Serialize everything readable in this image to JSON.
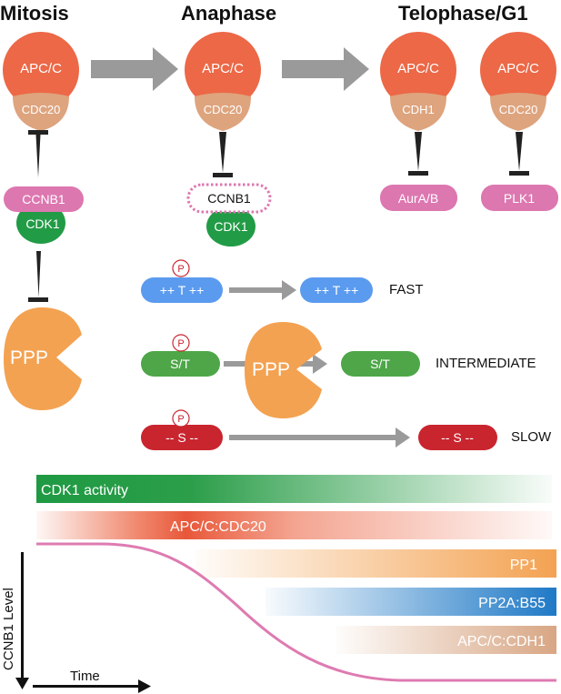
{
  "headers": {
    "mitosis": "Mitosis",
    "anaphase": "Anaphase",
    "telophase": "Telophase/G1"
  },
  "labels": {
    "apcc": "APC/C",
    "cdc20": "CDC20",
    "cdh1": "CDH1",
    "ccnb1": "CCNB1",
    "cdk1": "CDK1",
    "aurab": "AurA/B",
    "plk1": "PLK1",
    "ppp": "PPP",
    "phospho": "P"
  },
  "kinetics": {
    "fast": {
      "substrate": "++ T ++",
      "label": "FAST"
    },
    "intermediate": {
      "substrate": "S/T",
      "label": "INTERMEDIATE"
    },
    "slow": {
      "substrate": "-- S --",
      "label": "SLOW"
    }
  },
  "timeline": {
    "cdk1_activity": "CDK1 activity",
    "apcc_cdc20": "APC/C:CDC20",
    "pp1": "PP1",
    "pp2a_b55": "PP2A:B55",
    "apcc_cdh1": "APC/C:CDH1",
    "y_axis": "CCNB1 Level",
    "x_axis": "Time"
  },
  "colors": {
    "apcc": "#ec6847",
    "cdc20": "#dea47e",
    "ccnb1": "#dd77b0",
    "cdk1": "#229b46",
    "ppp": "#f3a251",
    "fast": "#5b9bef",
    "intermediate": "#4ea648",
    "slow": "#c9252f",
    "arrow": "#9a9a9a",
    "inhibit": "#222222",
    "curve": "#de7bb1",
    "pp2a": "#1f79c6",
    "cdh1_bar": "#d8a684"
  }
}
